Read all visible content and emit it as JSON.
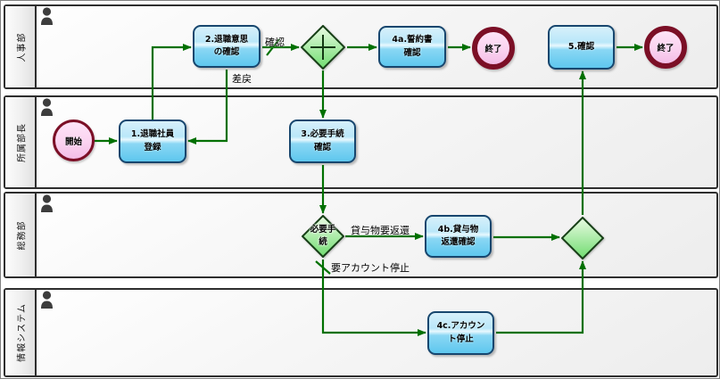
{
  "diagram_type": "bpmn-swimlane-flowchart",
  "colors": {
    "flow_green": "#007000",
    "task_border": "#17466e",
    "task_fill_top": "#d7f0fb",
    "task_fill_bottom": "#5ec7ee",
    "event_border": "#7b0f26",
    "event_fill": "#fbd3f0",
    "gateway_border": "#173f17",
    "gateway_fill_top": "#e7fbdf",
    "gateway_fill_bottom": "#7adf7a",
    "lane_border": "#2e2e2e"
  },
  "icons": {
    "lane_role": "person-icon",
    "gateway_parallel": "plus-icon"
  },
  "lanes": [
    {
      "label": "人事部"
    },
    {
      "label": "所属部長"
    },
    {
      "label": "総務部"
    },
    {
      "label": "情報システム"
    }
  ],
  "nodes": {
    "start": {
      "label": "開始"
    },
    "task1": {
      "label": "1.退職社員\n登録"
    },
    "task2": {
      "label": "2.退職意思\nの確認"
    },
    "task3": {
      "label": "3.必要手続\n確認"
    },
    "task4a": {
      "label": "4a.誓約書\n確認"
    },
    "task4b": {
      "label": "4b.貸与物\n返還確認"
    },
    "task4c": {
      "label": "4c.アカウン\nト停止"
    },
    "task5": {
      "label": "5.確認"
    },
    "end1": {
      "label": "終了"
    },
    "end2": {
      "label": "終了"
    },
    "gateway_check": {
      "label": "必要手\n続"
    }
  },
  "edge_labels": {
    "confirm": "確認",
    "send_back": "差戻",
    "return_items": "貸与物要返還",
    "stop_account": "要アカウント停止"
  }
}
